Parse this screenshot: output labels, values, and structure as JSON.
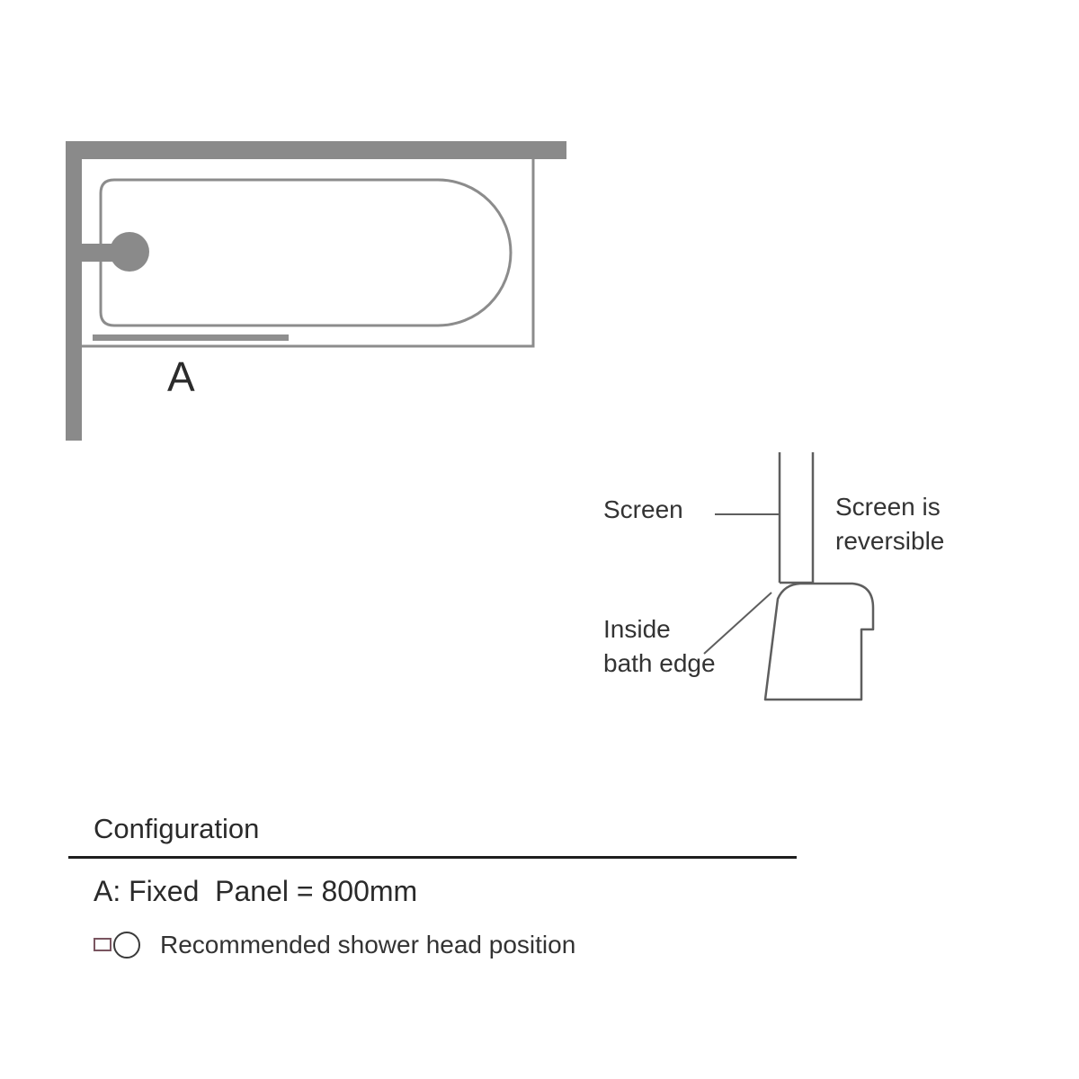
{
  "plan_view": {
    "panel_label": "A"
  },
  "section_view": {
    "screen_label": "Screen",
    "reversible_label_line1": "Screen is",
    "reversible_label_line2": "reversible",
    "edge_label_line1": "Inside",
    "edge_label_line2": "bath edge"
  },
  "configuration": {
    "title": "Configuration",
    "panel_line": "A: Fixed  Panel = 800mm"
  },
  "legend": {
    "icon": "shower-head-icon",
    "text": "Recommended shower head position"
  },
  "colors": {
    "wall": "#8a8a8a",
    "outline": "#8c8c8c",
    "screen": "#8f8f8f",
    "section_lines": "#5e5e5e",
    "legend_icon": "#7a5560",
    "rule": "#1e1e1e"
  }
}
